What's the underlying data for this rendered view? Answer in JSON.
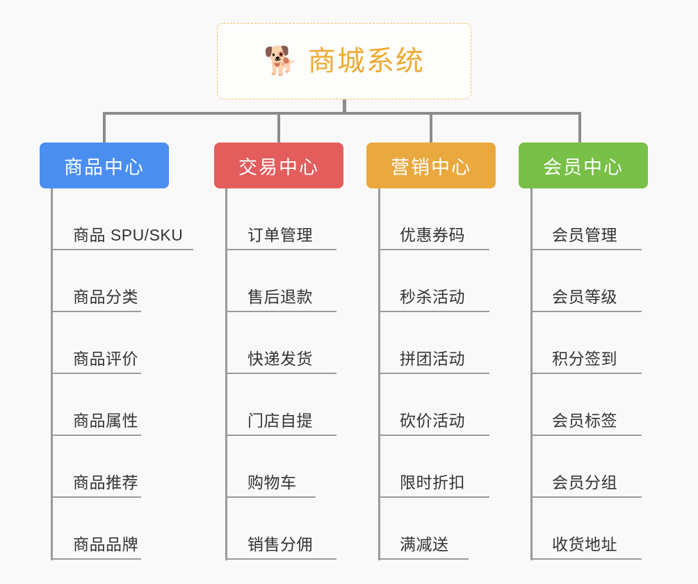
{
  "root": {
    "icon": "shiba-dog-face-icon",
    "emoji": "🐕",
    "title": "商城系统",
    "border_color": "#edbd62",
    "text_color": "#eeaa33"
  },
  "columns": [
    {
      "id": "product-center",
      "title": "商品中心",
      "color": "#4a8ef0",
      "items": [
        {
          "label": "商品 SPU/SKU"
        },
        {
          "label": "商品分类"
        },
        {
          "label": "商品评价"
        },
        {
          "label": "商品属性"
        },
        {
          "label": "商品推荐"
        },
        {
          "label": "商品品牌"
        }
      ]
    },
    {
      "id": "trade-center",
      "title": "交易中心",
      "color": "#e35d5d",
      "items": [
        {
          "label": "订单管理"
        },
        {
          "label": "售后退款"
        },
        {
          "label": "快递发货"
        },
        {
          "label": "门店自提"
        },
        {
          "label": "购物车"
        },
        {
          "label": "销售分佣"
        }
      ]
    },
    {
      "id": "marketing-center",
      "title": "营销中心",
      "color": "#eaa93f",
      "items": [
        {
          "label": "优惠券码"
        },
        {
          "label": "秒杀活动"
        },
        {
          "label": "拼团活动"
        },
        {
          "label": "砍价活动"
        },
        {
          "label": "限时折扣"
        },
        {
          "label": "满减送"
        }
      ]
    },
    {
      "id": "member-center",
      "title": "会员中心",
      "color": "#78c047",
      "items": [
        {
          "label": "会员管理"
        },
        {
          "label": "会员等级"
        },
        {
          "label": "积分签到"
        },
        {
          "label": "会员标签"
        },
        {
          "label": "会员分组"
        },
        {
          "label": "收货地址"
        }
      ]
    }
  ],
  "background_color": "#f9f9f9",
  "connector_color": "#8c8c8c"
}
